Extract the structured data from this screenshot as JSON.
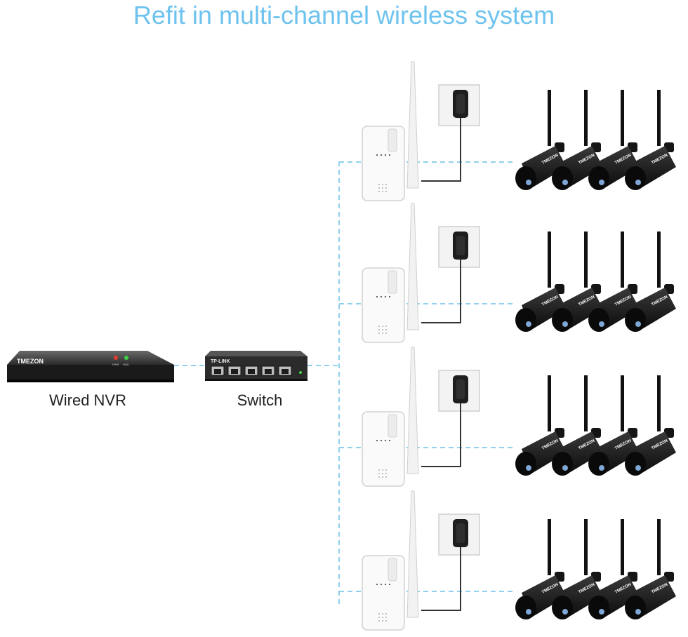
{
  "title": "Refit in multi-channel wireless system",
  "accent_color": "#6ec3ee",
  "link_color": "#8fd0ee",
  "nvr": {
    "label": "Wired NVR",
    "brand": "TMEZON",
    "leds": [
      "PWR",
      "HDD"
    ]
  },
  "switch": {
    "label": "Switch",
    "brand": "TP-LINK"
  },
  "repeater_count": 4,
  "cameras_per_repeater": 4,
  "camera_logo": "TMEZON",
  "icons": [
    "nvr-icon",
    "switch-icon",
    "repeater-icon",
    "power-adapter-icon",
    "wall-socket-icon",
    "bullet-camera-icon",
    "antenna-icon"
  ]
}
